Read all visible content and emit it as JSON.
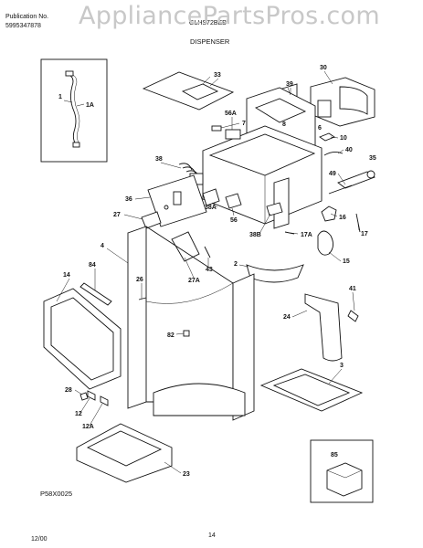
{
  "header": {
    "publication_label": "Publication No.",
    "publication_number": "5995347878",
    "model": "GLHS72BEB",
    "section": "DISPENSER"
  },
  "watermark": "AppliancePartsPros.com",
  "callouts": [
    "1",
    "1A",
    "33",
    "30",
    "39",
    "56A",
    "7",
    "8",
    "6",
    "10",
    "40",
    "49",
    "35",
    "38",
    "36",
    "27",
    "38A",
    "56",
    "16",
    "17A",
    "38B",
    "17",
    "4",
    "84",
    "14",
    "2",
    "15",
    "26",
    "27A",
    "43",
    "41",
    "24",
    "82",
    "3",
    "28",
    "12",
    "12A",
    "23",
    "85"
  ],
  "diagram_code": "P58X0025",
  "footer": {
    "date": "12/00",
    "page": "14"
  }
}
